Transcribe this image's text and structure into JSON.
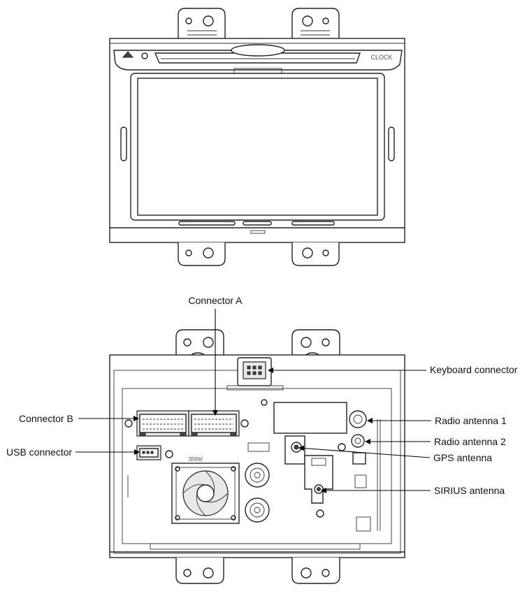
{
  "front_view": {
    "button_label": "CLOCK"
  },
  "rear_view": {
    "fan_marking": "WIRE",
    "callouts": {
      "connector_a": "Connector A",
      "keyboard_connector": "Keyboard connector",
      "connector_b": "Connector B",
      "radio_antenna_1": "Radio antenna 1",
      "usb_connector": "USB connector",
      "radio_antenna_2": "Radio antenna 2",
      "gps_antenna": "GPS antenna",
      "sirius_antenna": "SIRIUS antenna"
    }
  }
}
